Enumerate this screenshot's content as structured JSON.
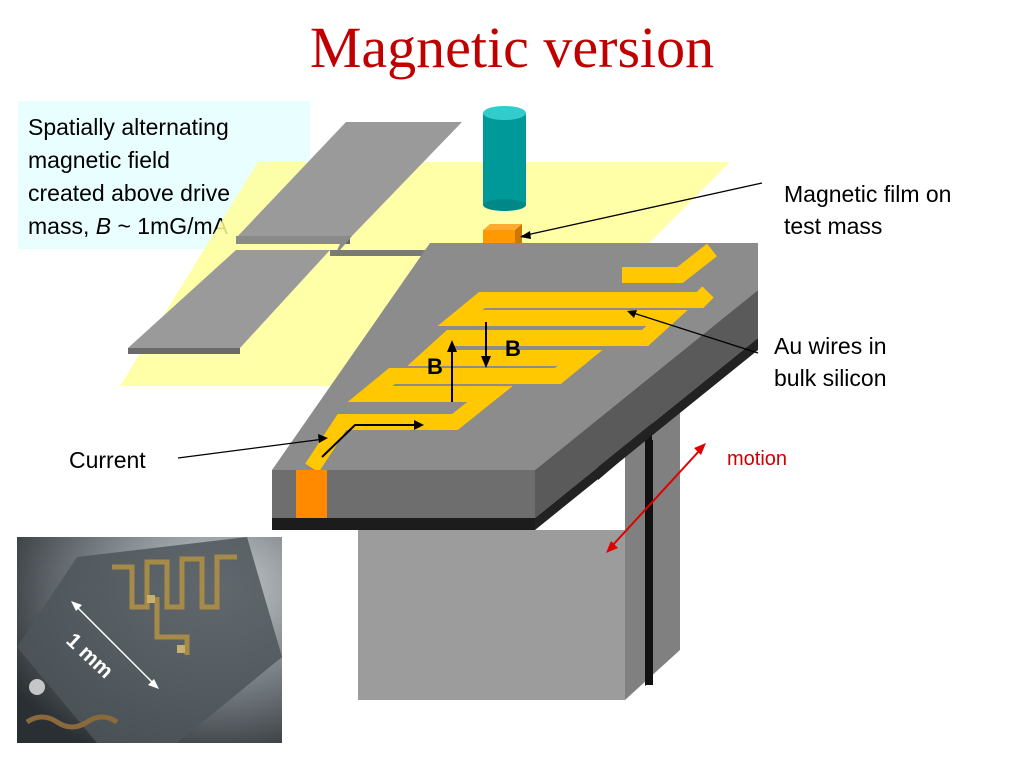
{
  "title": "Magnetic version",
  "info_box": {
    "line1": "Spatially alternating",
    "line2": "magnetic field",
    "line3": "created above drive",
    "line4_prefix": "mass, ",
    "line4_var": "B",
    "line4_suffix": " ~ 1mG/mA"
  },
  "labels": {
    "film_line1": "Magnetic film on",
    "film_line2": "test mass",
    "au_line1": "Au wires in",
    "au_line2": "bulk silicon",
    "current": "Current",
    "motion": "motion",
    "b_field_left": "B",
    "b_field_right": "B"
  },
  "photo": {
    "scale": "1 mm"
  },
  "colors": {
    "title": "#c00000",
    "info_box_bg": "#e8feff",
    "motion": "#d00000",
    "wire": "#ffc800",
    "film": "#ff9900",
    "magnet": "#009999"
  }
}
